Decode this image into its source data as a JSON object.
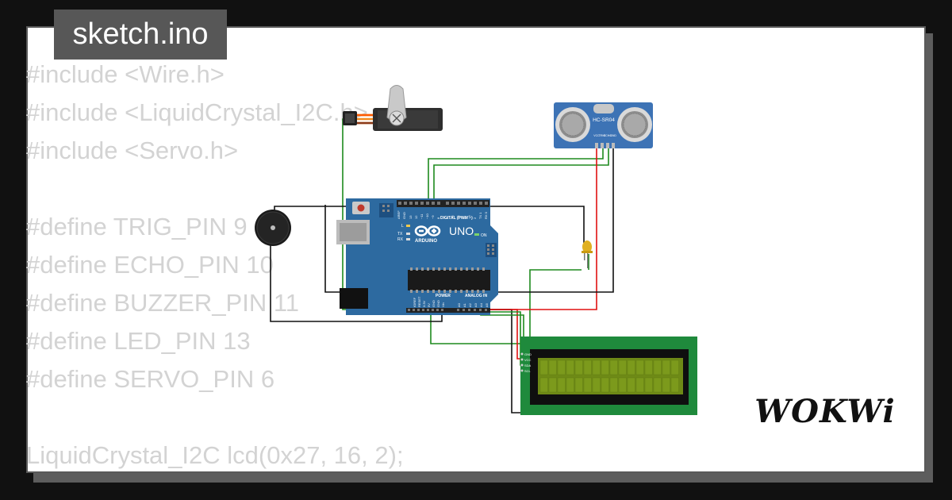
{
  "file_tab": {
    "label": "sketch.ino"
  },
  "code_lines": [
    "#include <Wire.h>",
    "#include <LiquidCrystal_I2C.h>",
    "#include <Servo.h>",
    "",
    "#define TRIG_PIN 9",
    "#define ECHO_PIN 10",
    "#define BUZZER_PIN 11",
    "#define LED_PIN 13",
    "#define SERVO_PIN 6",
    "",
    "LiquidCrystal_I2C lcd(0x27, 16, 2);"
  ],
  "circuit": {
    "arduino": {
      "brand": "UNO",
      "maker": "ARDUINO",
      "header_label": "DIGITAL (PWM ~)",
      "power_label": "POWER",
      "analog_label": "ANALOG IN",
      "on_label": "ON",
      "led_labels": [
        "L",
        "TX",
        "RX"
      ],
      "aref_label": "AREF",
      "gnd_label": "GND",
      "pin_labels_digital": [
        "13",
        "12",
        "~11",
        "~10",
        "~9",
        "8",
        "7",
        "~6",
        "~5",
        "4",
        "~3",
        "2",
        "TX 1",
        "RX 0"
      ],
      "pin_labels_power": [
        "IOREF",
        "RESET",
        "3.3V",
        "5V",
        "GND",
        "GND",
        "Vin"
      ],
      "pin_labels_analog": [
        "A0",
        "A1",
        "A2",
        "A3",
        "A4",
        "A5"
      ]
    },
    "ultrasonic": {
      "label": "HC-SR04",
      "pin_labels": [
        "VCC",
        "TRIG",
        "ECHO",
        "GND"
      ]
    },
    "lcd": {
      "pin_labels": [
        "GND",
        "VCC",
        "SDA",
        "SCL"
      ]
    },
    "colors": {
      "wire_green": "#1e8a1e",
      "wire_red": "#e01010",
      "wire_black": "#111111",
      "board_blue": "#2d6aa0",
      "lcd_green": "#1f8a3c",
      "lcd_screen": "#6e8a16",
      "sensor_blue": "#3d73b5",
      "led_yellow": "#e0b020"
    }
  },
  "logo": {
    "text": "WOKWi"
  }
}
